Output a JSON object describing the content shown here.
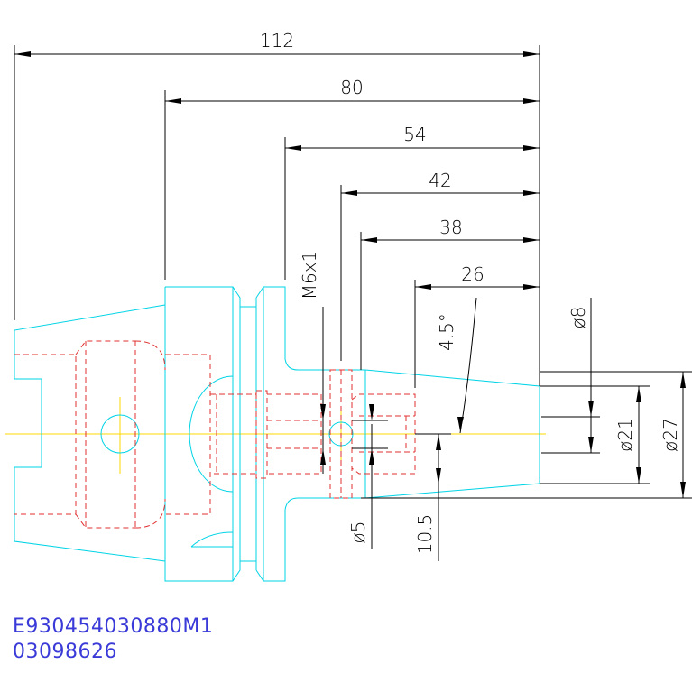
{
  "dimensions": {
    "d112": "112",
    "d80": "80",
    "d54": "54",
    "d42": "42",
    "d38": "38",
    "d26": "26",
    "thread": "M6x1",
    "angle": "4.5°",
    "dia8": "ø8",
    "dia21": "ø21",
    "dia27": "ø27",
    "dia5": "ø5",
    "d10_5": "10.5"
  },
  "part": {
    "code": "E930454030880M1",
    "number": "03098626"
  },
  "colors": {
    "outline": "#00d4e6",
    "hidden": "#e03030",
    "centerline": "#ffd800",
    "dimension": "#000000",
    "part_text": "#3a3ad8"
  }
}
